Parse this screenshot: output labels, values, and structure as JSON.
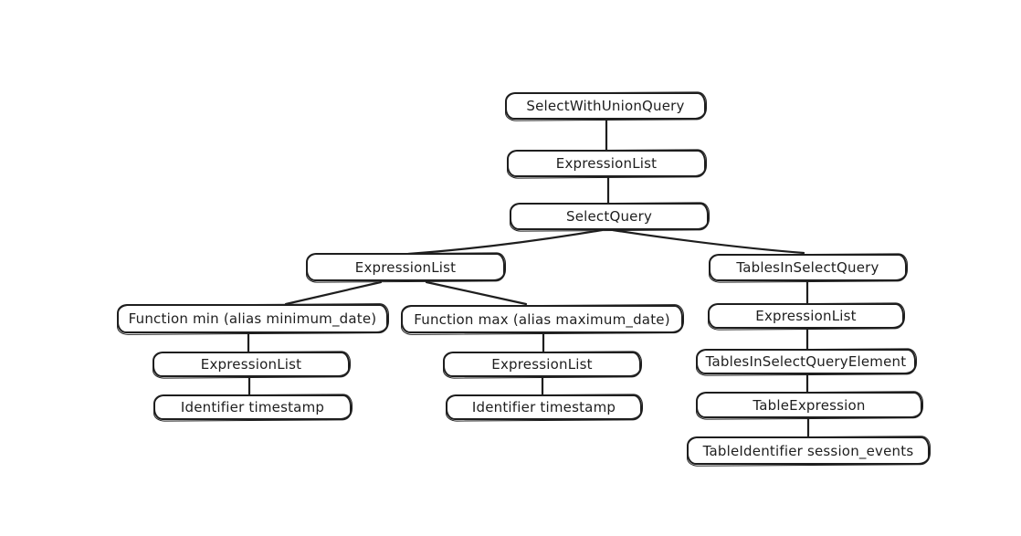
{
  "style": {
    "background": "#ffffff",
    "stroke": "#1e1e1e",
    "node_fill": "#ffffff"
  },
  "diagram": {
    "type": "tree",
    "nodes": [
      {
        "id": "select-with-union-query",
        "label": "SelectWithUnionQuery"
      },
      {
        "id": "expression-list-root",
        "label": "ExpressionList"
      },
      {
        "id": "select-query",
        "label": "SelectQuery"
      },
      {
        "id": "expression-list-select",
        "label": "ExpressionList"
      },
      {
        "id": "function-min",
        "label": "Function min (alias minimum_date)"
      },
      {
        "id": "expression-list-min",
        "label": "ExpressionList"
      },
      {
        "id": "identifier-timestamp-min",
        "label": "Identifier timestamp"
      },
      {
        "id": "function-max",
        "label": "Function max (alias maximum_date)"
      },
      {
        "id": "expression-list-max",
        "label": "ExpressionList"
      },
      {
        "id": "identifier-timestamp-max",
        "label": "Identifier timestamp"
      },
      {
        "id": "tables-in-select-query",
        "label": "TablesInSelectQuery"
      },
      {
        "id": "expression-list-tables",
        "label": "ExpressionList"
      },
      {
        "id": "tables-in-select-query-element",
        "label": "TablesInSelectQueryElement"
      },
      {
        "id": "table-expression",
        "label": "TableExpression"
      },
      {
        "id": "table-identifier-session-events",
        "label": "TableIdentifier session_events"
      }
    ],
    "edges": [
      {
        "from": "select-with-union-query",
        "to": "expression-list-root"
      },
      {
        "from": "expression-list-root",
        "to": "select-query"
      },
      {
        "from": "select-query",
        "to": "expression-list-select"
      },
      {
        "from": "select-query",
        "to": "tables-in-select-query"
      },
      {
        "from": "expression-list-select",
        "to": "function-min"
      },
      {
        "from": "expression-list-select",
        "to": "function-max"
      },
      {
        "from": "function-min",
        "to": "expression-list-min"
      },
      {
        "from": "expression-list-min",
        "to": "identifier-timestamp-min"
      },
      {
        "from": "function-max",
        "to": "expression-list-max"
      },
      {
        "from": "expression-list-max",
        "to": "identifier-timestamp-max"
      },
      {
        "from": "tables-in-select-query",
        "to": "expression-list-tables"
      },
      {
        "from": "expression-list-tables",
        "to": "tables-in-select-query-element"
      },
      {
        "from": "tables-in-select-query-element",
        "to": "table-expression"
      },
      {
        "from": "table-expression",
        "to": "table-identifier-session-events"
      }
    ]
  }
}
